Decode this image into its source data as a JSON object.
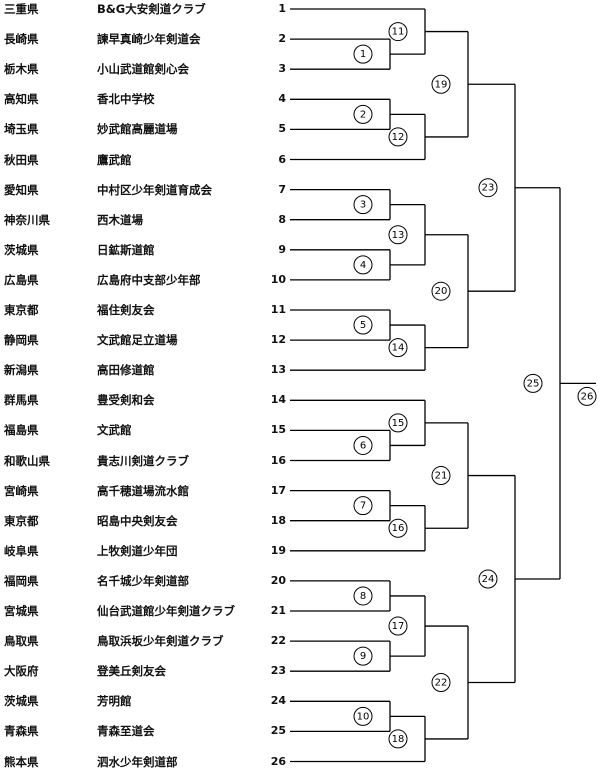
{
  "entries": [
    {
      "seed": "1",
      "pref": "三重県",
      "team": "B&G大安剣道クラブ"
    },
    {
      "seed": "2",
      "pref": "長崎県",
      "team": "諫早真崎少年剣道会"
    },
    {
      "seed": "3",
      "pref": "栃木県",
      "team": "小山武道館剣心会"
    },
    {
      "seed": "4",
      "pref": "高知県",
      "team": "香北中学校"
    },
    {
      "seed": "5",
      "pref": "埼玉県",
      "team": "妙武館高麗道場"
    },
    {
      "seed": "6",
      "pref": "秋田県",
      "team": "鷹武館"
    },
    {
      "seed": "7",
      "pref": "愛知県",
      "team": "中村区少年剣道育成会"
    },
    {
      "seed": "8",
      "pref": "神奈川県",
      "team": "西木道場"
    },
    {
      "seed": "9",
      "pref": "茨城県",
      "team": "日鉱斯道館"
    },
    {
      "seed": "10",
      "pref": "広島県",
      "team": "広島府中支部少年部"
    },
    {
      "seed": "11",
      "pref": "東京都",
      "team": "福住剣友会"
    },
    {
      "seed": "12",
      "pref": "静岡県",
      "team": "文武館足立道場"
    },
    {
      "seed": "13",
      "pref": "新潟県",
      "team": "高田修道館"
    },
    {
      "seed": "14",
      "pref": "群馬県",
      "team": "豊受剣和会"
    },
    {
      "seed": "15",
      "pref": "福島県",
      "team": "文武館"
    },
    {
      "seed": "16",
      "pref": "和歌山県",
      "team": "貴志川剣道クラブ"
    },
    {
      "seed": "17",
      "pref": "宮崎県",
      "team": "高千穂道場流水館"
    },
    {
      "seed": "18",
      "pref": "東京都",
      "team": "昭島中央剣友会"
    },
    {
      "seed": "19",
      "pref": "岐阜県",
      "team": "上牧剣道少年団"
    },
    {
      "seed": "20",
      "pref": "福岡県",
      "team": "名千城少年剣道部"
    },
    {
      "seed": "21",
      "pref": "宮城県",
      "team": "仙台武道館少年剣道クラブ"
    },
    {
      "seed": "22",
      "pref": "鳥取県",
      "team": "鳥取浜坂少年剣道クラブ"
    },
    {
      "seed": "23",
      "pref": "大阪府",
      "team": "登美丘剣友会"
    },
    {
      "seed": "24",
      "pref": "茨城県",
      "team": "芳明館"
    },
    {
      "seed": "25",
      "pref": "青森県",
      "team": "青森至道会"
    },
    {
      "seed": "26",
      "pref": "熊本県",
      "team": "泗水少年剣道部"
    }
  ],
  "matches": [
    {
      "id": "1",
      "label": "①"
    },
    {
      "id": "2",
      "label": "②"
    },
    {
      "id": "3",
      "label": "③"
    },
    {
      "id": "4",
      "label": "④"
    },
    {
      "id": "5",
      "label": "⑤"
    },
    {
      "id": "6",
      "label": "⑥"
    },
    {
      "id": "7",
      "label": "⑦"
    },
    {
      "id": "8",
      "label": "⑧"
    },
    {
      "id": "9",
      "label": "⑨"
    },
    {
      "id": "10",
      "label": "⑩"
    },
    {
      "id": "11",
      "label": "⑪"
    },
    {
      "id": "12",
      "label": "⑫"
    },
    {
      "id": "13",
      "label": "⑬"
    },
    {
      "id": "14",
      "label": "⑭"
    },
    {
      "id": "15",
      "label": "⑮"
    },
    {
      "id": "16",
      "label": "⑯"
    },
    {
      "id": "17",
      "label": "⑰"
    },
    {
      "id": "18",
      "label": "⑱"
    },
    {
      "id": "19",
      "label": "⑲"
    },
    {
      "id": "20",
      "label": "⑳"
    },
    {
      "id": "21",
      "label": "㉑"
    },
    {
      "id": "22",
      "label": "㉒"
    },
    {
      "id": "23",
      "label": "㉓"
    },
    {
      "id": "24",
      "label": "㉔"
    },
    {
      "id": "25",
      "label": "㉕"
    },
    {
      "id": "26",
      "label": "㉖"
    }
  ]
}
